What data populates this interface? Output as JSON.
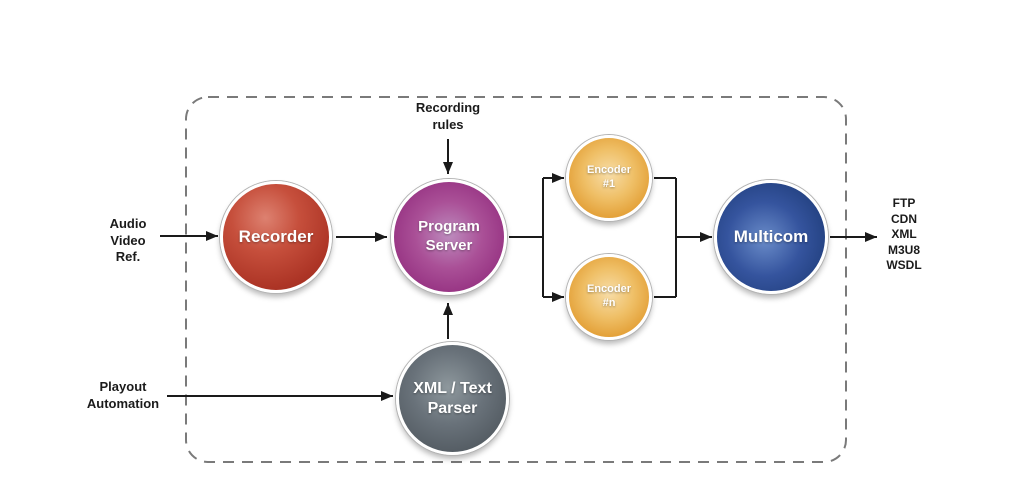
{
  "diagram": {
    "boundary": {
      "style": "dashed",
      "color": "#7a7a7a"
    },
    "inputs": {
      "audio_video_ref": {
        "lines": [
          "Audio",
          "Video",
          "Ref."
        ]
      },
      "playout_automation": {
        "lines": [
          "Playout",
          "Automation"
        ]
      },
      "recording_rules": {
        "lines": [
          "Recording",
          "rules"
        ]
      }
    },
    "nodes": {
      "recorder": {
        "lines": [
          "Recorder"
        ],
        "color": "#b03226"
      },
      "program_server": {
        "lines": [
          "Program",
          "Server"
        ],
        "color": "#9b3585"
      },
      "encoder_1": {
        "lines": [
          "Encoder",
          "#1"
        ],
        "color": "#e6a336"
      },
      "encoder_n": {
        "lines": [
          "Encoder",
          "#n"
        ],
        "color": "#e6a336"
      },
      "multicom": {
        "lines": [
          "Multicom"
        ],
        "color": "#27468f"
      },
      "xml_text_parser": {
        "lines": [
          "XML / Text",
          "Parser"
        ],
        "color": "#575f66"
      }
    },
    "outputs": {
      "lines": [
        "FTP",
        "CDN",
        "XML",
        "M3U8",
        "WSDL"
      ]
    }
  }
}
